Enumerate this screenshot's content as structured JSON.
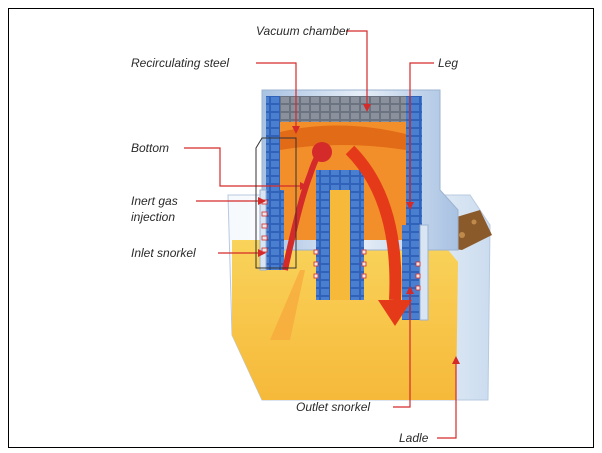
{
  "diagram": {
    "labels": {
      "vacuum_chamber": "Vacuum chamber",
      "recirculating_steel": "Recirculating steel",
      "leg": "Leg",
      "bottom": "Bottom",
      "inert_gas_line1": "Inert gas",
      "inert_gas_line2": "injection",
      "inlet_snorkel": "Inlet snorkel",
      "outlet_snorkel": "Outlet snorkel",
      "ladle": "Ladle"
    },
    "colors": {
      "leader_lines": "#d42a2a",
      "molten_steel": "#f7c64a",
      "hot_steel": "#f08a24",
      "refractory_brick": "#2f62b8",
      "vessel_shell": "#c9d9ec",
      "slag": "#8b5a2b"
    }
  }
}
